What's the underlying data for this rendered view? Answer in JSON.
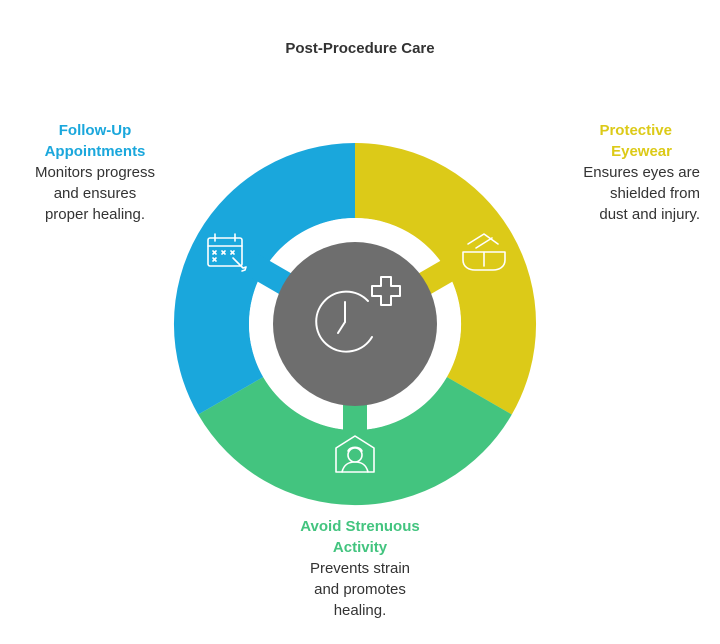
{
  "title": "Post-Procedure Care",
  "colors": {
    "followup": "#1aa7dc",
    "eyewear": "#dcca18",
    "activity": "#43c47f",
    "center": "#6e6e6e",
    "text": "#333333"
  },
  "sections": {
    "followup": {
      "heading_line1": "Follow-Up",
      "heading_line2": "Appointments",
      "body_line1": "Monitors progress",
      "body_line2": "and ensures",
      "body_line3": "proper healing.",
      "icon": "calendar-icon"
    },
    "eyewear": {
      "heading_line1": "Protective",
      "heading_line2": "Eyewear",
      "body_line1": "Ensures eyes are",
      "body_line2": "shielded from",
      "body_line3": "dust and injury.",
      "icon": "goggles-icon"
    },
    "activity": {
      "heading_line1": "Avoid Strenuous",
      "heading_line2": "Activity",
      "body_line1": "Prevents strain",
      "body_line2": "and promotes",
      "body_line3": "healing.",
      "icon": "rest-person-icon"
    }
  },
  "center_icon": "clock-plus-icon"
}
